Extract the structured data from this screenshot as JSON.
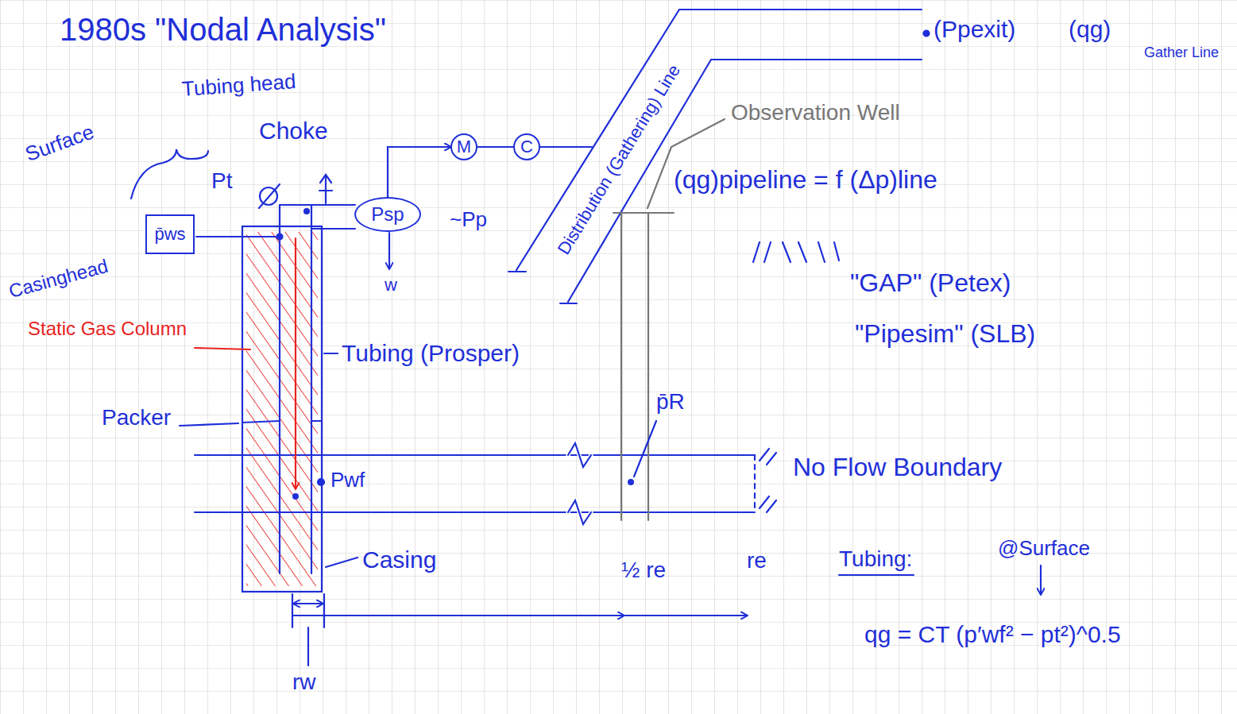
{
  "diagram": {
    "title": "1980s \"Nodal Analysis\"",
    "nodes": [
      {
        "text": [
          "p̄ws"
        ]
      },
      {
        "text": [
          "Psp"
        ]
      },
      {
        "text": [
          "M"
        ]
      },
      {
        "text": [
          "C"
        ]
      }
    ],
    "edges": [
      {
        "from": 1,
        "to": 2,
        "arrow": "to"
      },
      {
        "from": 2,
        "to": 3,
        "arrow": "none"
      }
    ],
    "labels": [
      "Tubing head",
      "Surface",
      "Choke",
      "Pt",
      "Casinghead",
      "~Pp",
      "w",
      "Distribution (Gathering) Line",
      "(Ppexit)",
      "(qg)",
      "Gather Line",
      "Observation Well",
      "(qg)pipeline = f (Δp)line",
      "\"GAP\" (Petex)",
      "\"Pipesim\" (SLB)",
      "Static Gas Column",
      "Tubing (Prosper)",
      "Packer",
      "Pwf",
      "Casing",
      "p̄R",
      "No Flow Boundary",
      "½ re",
      "re",
      "rw",
      "Tubing:",
      "@Surface",
      "qg = CT (p′wf² − pt²)^0.5"
    ]
  }
}
